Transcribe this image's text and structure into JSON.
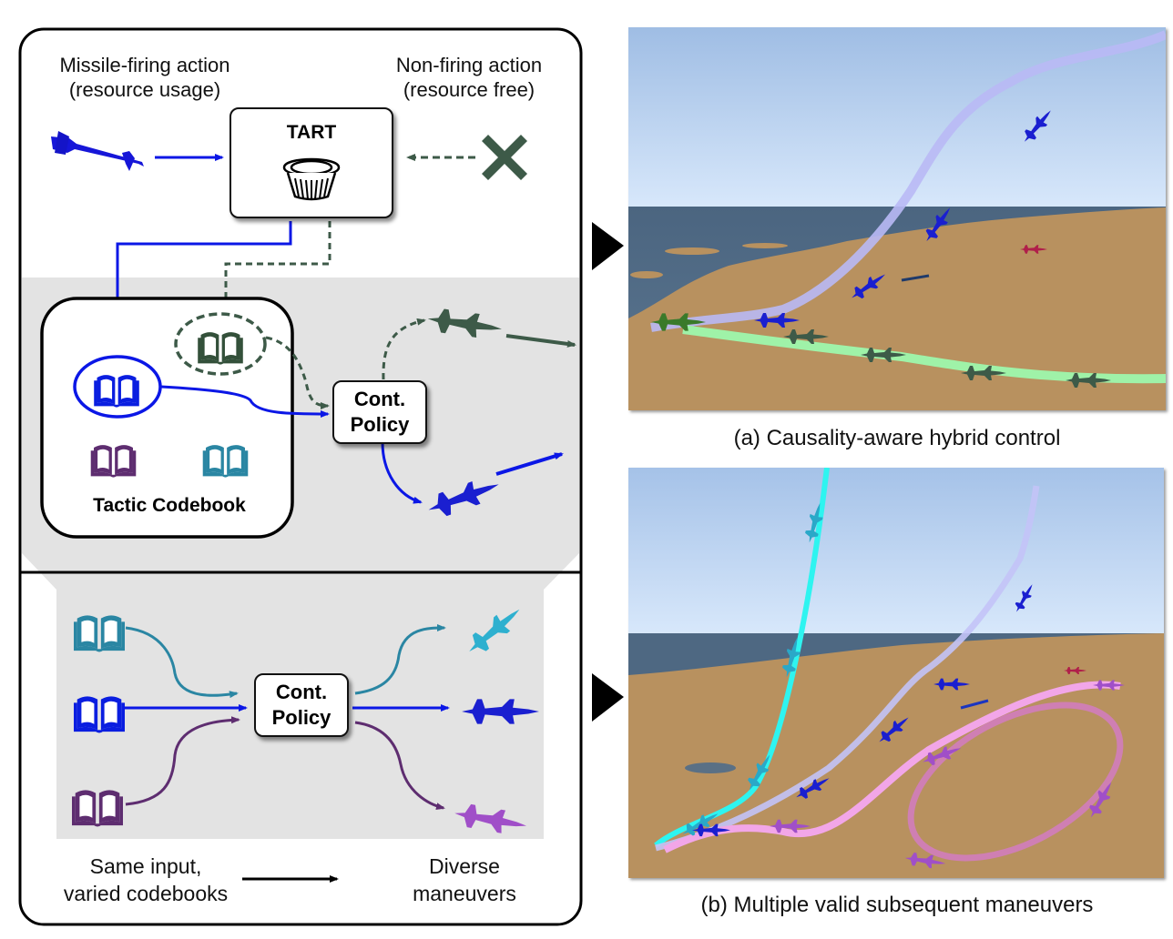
{
  "left_panel": {
    "top": {
      "missile_label_line1": "Missile-firing action",
      "missile_label_line2": "(resource usage)",
      "nonfire_label_line1": "Non-firing action",
      "nonfire_label_line2": "(resource free)",
      "tart_title": "TART",
      "icons": [
        "missile-icon",
        "tart-icon",
        "x-icon"
      ]
    },
    "middle": {
      "codebook_title": "Tactic Codebook",
      "policy_line1": "Cont.",
      "policy_line2": "Policy",
      "codebook_colors": {
        "blue": "#0a1ee0",
        "dark_green": "#33503a",
        "purple": "#5e2d70",
        "teal": "#2a86a3"
      }
    },
    "bottom": {
      "policy_line1": "Cont.",
      "policy_line2": "Policy",
      "left_caption_line1": "Same input,",
      "left_caption_line2": "varied codebooks",
      "right_caption_line1": "Diverse",
      "right_caption_line2": "maneuvers",
      "output_jet_colors": [
        "#2eb0cf",
        "#1a1fd0",
        "#a04fc8"
      ]
    }
  },
  "right_panel": {
    "figure_a_caption": "(a) Causality-aware hybrid control",
    "figure_b_caption": "(b) Multiple valid subsequent maneuvers"
  },
  "colors": {
    "blue_path": "#0b17e6",
    "green_path": "#3d5a48",
    "gray_band": "#e3e3e3",
    "sky_top": "#9fbde4",
    "sky_bottom": "#d8e8fb",
    "sea": "#55708a",
    "sand": "#b8915f",
    "trail_blue": "#b9b9f5",
    "trail_green": "#9ff2a8",
    "trail_cyan": "#2ef4f0",
    "trail_pink": "#f2a6e8"
  }
}
